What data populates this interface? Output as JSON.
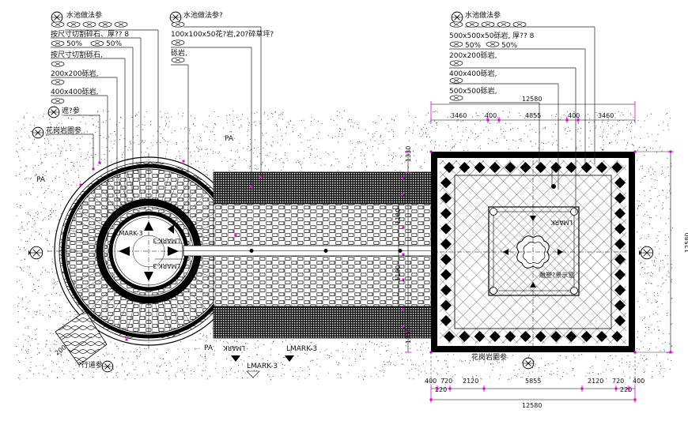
{
  "labels": {
    "left_group": {
      "title": "水池做法参",
      "line1": "按尺寸切割碎石、厚?? 8",
      "line2": "50%",
      "line2b": "50%",
      "line3": "按尺寸切割砾石,",
      "line4": "200x200砾岩,",
      "line5": "400x400砾岩,",
      "line6": "遮?参",
      "line7": "花岗岩圈参"
    },
    "mid_group": {
      "title": "水池做法参?",
      "line1": "100x100x50花?岩,20?碎草坪?",
      "line2": "砾岩,"
    },
    "right_group": {
      "title": "水池做法参",
      "line1": "500x500x50砾岩, 厚?? 8",
      "line2": "50%",
      "line2b": "50%",
      "line3": "200x200砾岩,",
      "line4": "400x400砾岩,",
      "line5": "500x500砾岩,"
    },
    "pa_left": "PA",
    "pa_top": "PA",
    "pa_bottom": "PA",
    "lmark_circle_upper": "LMARK-3",
    "lmark_circle_mid": "LMARK-3",
    "lmark_circle_lower": "LMARK-3",
    "lmark_square": "LMARK",
    "lmark_bottom_mid": "LMARK-3",
    "lmark_bottom_left": "LMARK-3",
    "lmark_bottom_pa": "LMARK",
    "sculpture_note": "雕塑?景示意",
    "bottom_left_note": "?行道参",
    "bottom_square_note": "花岗岩圈参",
    "dim_200": "200"
  },
  "dimensions": {
    "top_total": "12580",
    "top_segments": [
      "3460",
      "400",
      "4855",
      "400",
      "3460"
    ],
    "bottom_segments": [
      "400",
      "720",
      "2120",
      "5855",
      "2120",
      "720",
      "400"
    ],
    "bottom_sub": [
      "220",
      "220"
    ],
    "bottom_total": "12580",
    "right_total": "12580",
    "left_vertical": [
      "1330",
      "1330"
    ],
    "center_vertical": [
      "1100",
      "1100"
    ]
  }
}
